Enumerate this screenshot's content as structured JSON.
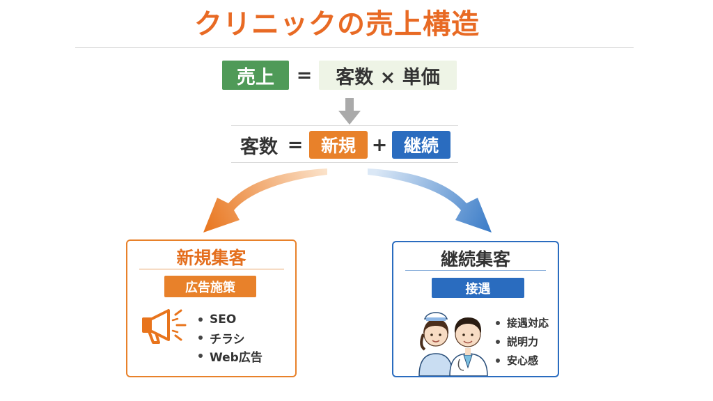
{
  "colors": {
    "accent_orange": "#e8812a",
    "title_orange": "#e86a24",
    "green": "#4f9a58",
    "light_green": "#eef4e6",
    "blue": "#2a6cbf",
    "gray_arrow": "#aaaaaa"
  },
  "title": "クリニックの売上構造",
  "formula1": {
    "sales": "売上",
    "equals": "=",
    "rhs": "客数 × 単価"
  },
  "formula2": {
    "customers": "客数",
    "equals": "=",
    "new": "新規",
    "plus": "+",
    "continue": "継続"
  },
  "left_card": {
    "title": "新規集客",
    "banner": "広告施策",
    "icon": "megaphone-icon",
    "items": [
      "SEO",
      "チラシ",
      "Web広告"
    ]
  },
  "right_card": {
    "title": "継続集客",
    "banner": "接遇",
    "icon": "nurse-and-doctor-illustration",
    "items": [
      "接遇対応",
      "説明力",
      "安心感"
    ]
  }
}
